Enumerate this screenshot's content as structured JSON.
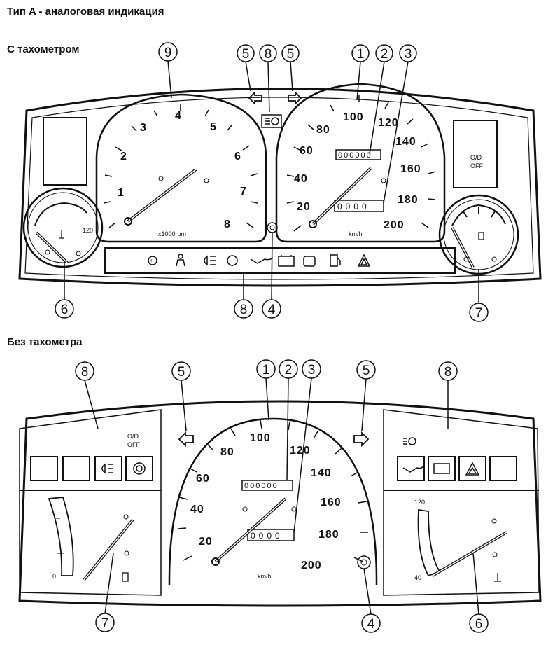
{
  "page_title": "Тип A - аналоговая индикация",
  "section_tach": {
    "title": "С тахометром"
  },
  "section_no_tach": {
    "title": "Без тахометра"
  },
  "tachometer": {
    "scale": [
      "1",
      "2",
      "3",
      "4",
      "5",
      "6",
      "7",
      "8"
    ],
    "unit": "x1000rpm"
  },
  "speedometer": {
    "scale": [
      "20",
      "40",
      "60",
      "80",
      "100",
      "120",
      "140",
      "160",
      "180",
      "200"
    ],
    "unit": "km/h",
    "odometer": "000000",
    "trip": "0000"
  },
  "temp_gauge": {
    "max_label": "120",
    "min_label": "40"
  },
  "fuel_gauge": {
    "empty_label": "0"
  },
  "od_off_label": [
    "O/D",
    "OFF"
  ],
  "callouts": {
    "top": [
      "9",
      "5",
      "8",
      "5",
      "1",
      "2",
      "3",
      "6",
      "8",
      "4",
      "7"
    ],
    "bottom": [
      "8",
      "5",
      "1",
      "2",
      "3",
      "5",
      "8",
      "7",
      "4",
      "6"
    ]
  },
  "icons": [
    "brake-warning",
    "seatbelt",
    "headlight",
    "abs",
    "oil-pressure",
    "battery",
    "glow-plug",
    "fuel",
    "hazard",
    "od-off",
    "rear-fog",
    "high-beam"
  ]
}
